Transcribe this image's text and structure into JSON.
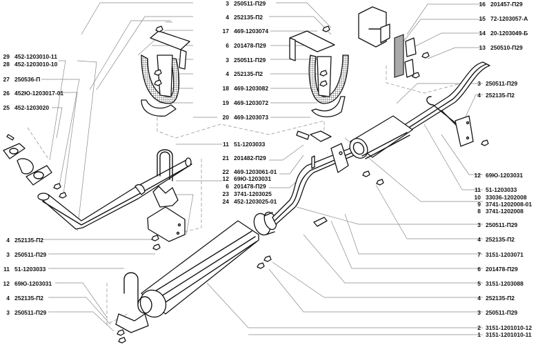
{
  "diagram": {
    "subject": "exhaust-system-exploded-view",
    "callouts": {
      "left": [
        {
          "num": "29",
          "code": "452-1203010-11"
        },
        {
          "num": "28",
          "code": "452-1203010-10"
        },
        {
          "num": "27",
          "code": "250536-П"
        },
        {
          "num": "26",
          "code": "452Ю-1203017-01"
        },
        {
          "num": "25",
          "code": "452-1203020"
        },
        {
          "num": "4",
          "code": "252135-П2"
        },
        {
          "num": "3",
          "code": "250511-П29"
        },
        {
          "num": "11",
          "code": "51-1203033"
        },
        {
          "num": "12",
          "code": "69Ю-1203031"
        },
        {
          "num": "4",
          "code": "252135-П2"
        },
        {
          "num": "3",
          "code": "250511-П29"
        }
      ],
      "center_top": [
        {
          "num": "3",
          "code": "250511-П29"
        },
        {
          "num": "4",
          "code": "252135-П2"
        },
        {
          "num": "17",
          "code": "469-1203074"
        },
        {
          "num": "6",
          "code": "201478-П29"
        },
        {
          "num": "3",
          "code": "250511-П29"
        },
        {
          "num": "4",
          "code": "252135-П2"
        },
        {
          "num": "18",
          "code": "469-1203082"
        },
        {
          "num": "19",
          "code": "469-1203072"
        },
        {
          "num": "20",
          "code": "469-1203073"
        }
      ],
      "center_mid": [
        {
          "num": "11",
          "code": "51-1203033"
        },
        {
          "num": "21",
          "code": "201482-П29"
        },
        {
          "num": "22",
          "code": "469-1203061-01"
        },
        {
          "num": "12",
          "code": "69Ю-1203031"
        },
        {
          "num": "6",
          "code": "201478-П29"
        },
        {
          "num": "23",
          "code": "3741-1203025"
        },
        {
          "num": "24",
          "code": "452-1203025-01"
        }
      ],
      "right": [
        {
          "num": "16",
          "code": "201457-П29"
        },
        {
          "num": "15",
          "code": "72-1203057-А"
        },
        {
          "num": "14",
          "code": "20-1203049-Б"
        },
        {
          "num": "13",
          "code": "250510-П29"
        },
        {
          "num": "3",
          "code": "250511-П29"
        },
        {
          "num": "4",
          "code": "252135-П2"
        },
        {
          "num": "12",
          "code": "69Ю-1203031"
        },
        {
          "num": "11",
          "code": "51-1203033"
        },
        {
          "num": "10",
          "code": "33036-1202008"
        },
        {
          "num": "9",
          "code": "3741-1202008-01"
        },
        {
          "num": "8",
          "code": "3741-1202008"
        },
        {
          "num": "3",
          "code": "250511-П29"
        },
        {
          "num": "4",
          "code": "252135-П2"
        },
        {
          "num": "7",
          "code": "3151-1203071"
        },
        {
          "num": "6",
          "code": "201478-П29"
        },
        {
          "num": "5",
          "code": "3151-1203088"
        },
        {
          "num": "4",
          "code": "252135-П2"
        },
        {
          "num": "3",
          "code": "250511-П29"
        },
        {
          "num": "2",
          "code": "3151-1201010-12"
        },
        {
          "num": "1",
          "code": "3151-1201010-11"
        }
      ]
    }
  }
}
